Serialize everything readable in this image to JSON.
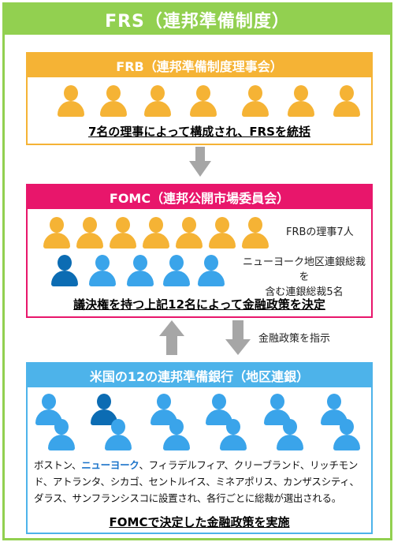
{
  "frs": {
    "title": "FRS（連邦準備制度）"
  },
  "frb": {
    "title": "FRB（連邦準備制度理事会）",
    "caption": "7名の理事によって構成され、FRSを統括"
  },
  "fomc": {
    "title": "FOMC（連邦公開市場委員会）",
    "frb_members_note": "FRBの理事7人",
    "bank_members_note_line1": "ニューヨーク地区連銀総裁を",
    "bank_members_note_line2": "含む連銀総裁5名",
    "caption": "議決権を持つ上記12名によって金融政策を決定",
    "instruction_label": "金融政策を指示"
  },
  "banks": {
    "title": "米国の12の連邦準備銀行（地区連銀）",
    "cities_prefix": "ボストン、",
    "cities_highlight": "ニューヨーク",
    "cities_rest": "、フィラデルフィア、クリーブランド、リッチモンド、アトランタ、シカゴ、セントルイス、ミネアポリス、カンザスシティ、ダラス、サンフランシスコに設置され、各行ごとに総裁が選出される。",
    "caption": "FOMCで決定した金融政策を実施"
  },
  "colors": {
    "frs": "#92d050",
    "frb": "#f5b335",
    "fomc": "#e8166b",
    "banks": "#4db3ea",
    "person_gold": "#f5b335",
    "person_blue": "#3aa4ea",
    "person_navy": "#0c6cb3",
    "arrow": "#a6a6a6"
  }
}
